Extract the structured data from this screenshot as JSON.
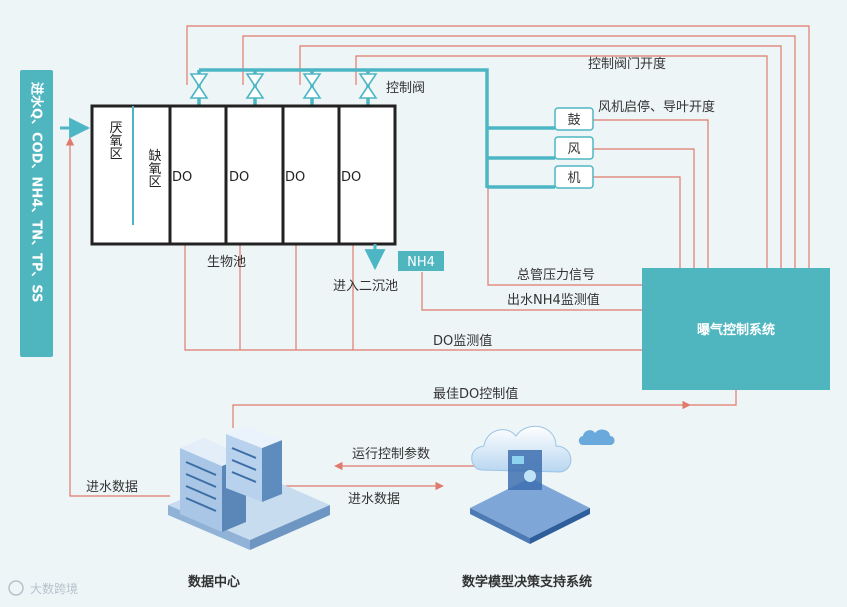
{
  "inflow_label": "进水Q、COD、NH4、TN、TP、SS",
  "tank": {
    "anaerobic": "厌氧区",
    "anoxic": "缺氧区",
    "do_labels": [
      "DO",
      "DO",
      "DO",
      "DO"
    ],
    "name": "生物池",
    "to_secondary": "进入二沉池",
    "nh4_tag": "NH4",
    "valve_label": "控制阀"
  },
  "blower": {
    "chars": [
      "鼓",
      "风",
      "机"
    ],
    "status_label": "风机启停、导叶开度"
  },
  "signals": {
    "valve_opening": "控制阀门开度",
    "pipe_pressure": "总管压力信号",
    "outlet_nh4": "出水NH4监测值",
    "do_monitor": "DO监测值",
    "optimal_do": "最佳DO控制值",
    "run_params": "运行控制参数",
    "inflow_data_center": "进水数据",
    "inflow_data_left": "进水数据"
  },
  "aeration_system": "曝气控制系统",
  "data_center": "数据中心",
  "decision_system": "数学模型决策支持系统",
  "watermark": "大数跨境",
  "colors": {
    "pipe": "#4db6c4",
    "signal": "#e07a6b",
    "panel": "#4fb5bf",
    "tank_border": "#222222"
  }
}
